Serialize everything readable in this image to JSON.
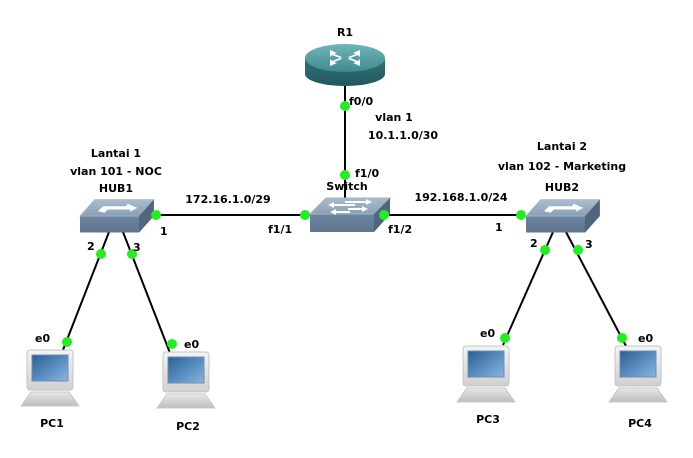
{
  "diagram": {
    "devices": {
      "r1": {
        "name": "R1",
        "type": "router"
      },
      "switch": {
        "name": "Switch",
        "type": "switch"
      },
      "hub1": {
        "name": "HUB1",
        "type": "hub",
        "annotation": [
          "Lantai 1",
          "vlan 101 - NOC"
        ]
      },
      "hub2": {
        "name": "HUB2",
        "type": "hub",
        "annotation": [
          "Lantai 2",
          "vlan 102 - Marketing"
        ]
      },
      "pc1": {
        "name": "PC1",
        "type": "pc"
      },
      "pc2": {
        "name": "PC2",
        "type": "pc"
      },
      "pc3": {
        "name": "PC3",
        "type": "pc"
      },
      "pc4": {
        "name": "PC4",
        "type": "pc"
      }
    },
    "links": {
      "r1_switch": {
        "a_port": "f0/0",
        "b_port": "f1/0",
        "note": [
          "vlan 1",
          "10.1.1.0/30"
        ]
      },
      "hub1_switch": {
        "a_port": "1",
        "b_port": "f1/1",
        "note": "172.16.1.0/29"
      },
      "switch_hub2": {
        "a_port": "f1/2",
        "b_port": "1",
        "note": "192.168.1.0/24"
      },
      "hub1_pc1": {
        "a_port": "2",
        "b_port": "e0"
      },
      "hub1_pc2": {
        "a_port": "3",
        "b_port": "e0"
      },
      "hub2_pc3": {
        "a_port": "2",
        "b_port": "e0"
      },
      "hub2_pc4": {
        "a_port": "3",
        "b_port": "e0"
      }
    },
    "colors": {
      "port_up": "#22ee22",
      "router": "#3d8a8e",
      "switch": "#7d94ad",
      "screen": "#3f74a8"
    }
  }
}
